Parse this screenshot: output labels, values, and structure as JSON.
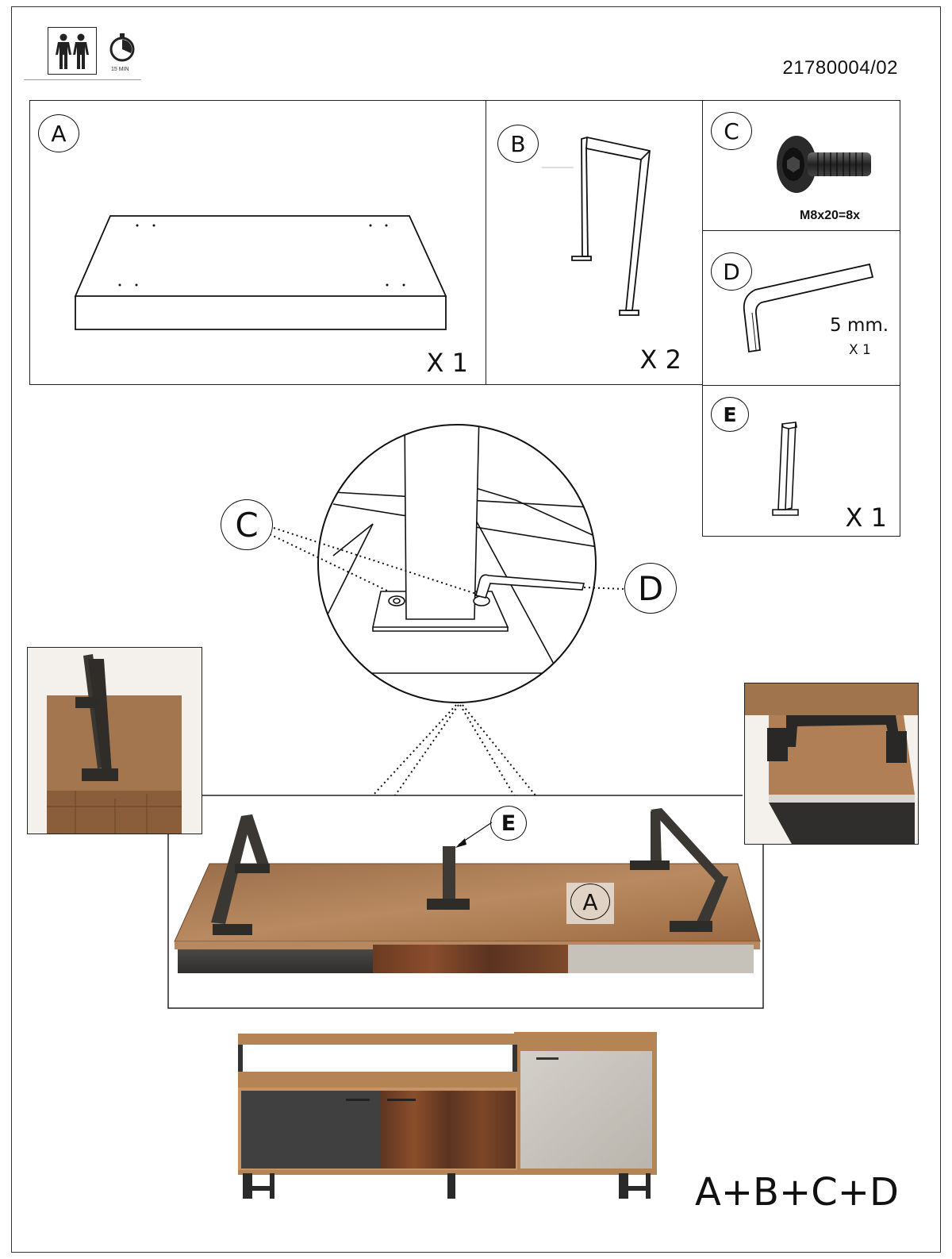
{
  "header": {
    "document_number": "21780004/02",
    "time_label": "15 MIN",
    "people_icon": "two-persons-icon",
    "timer_icon": "stopwatch-icon"
  },
  "parts": {
    "a": {
      "letter": "A",
      "quantity": "X 1"
    },
    "b": {
      "letter": "B",
      "quantity": "X 2"
    },
    "c": {
      "letter": "C",
      "spec": "M8x20=8x"
    },
    "d": {
      "letter": "D",
      "size": "5 mm.",
      "quantity": "X 1"
    },
    "e": {
      "letter": "E",
      "quantity": "X 1"
    }
  },
  "detail": {
    "callout_c": "C",
    "callout_d": "D"
  },
  "assembly": {
    "callout_e": "E",
    "callout_a": "A"
  },
  "result": {
    "formula": "A+B+C+D"
  },
  "colors": {
    "wood": "#a9744a",
    "metal": "#3a3632",
    "door_gray": "#c9c6bf",
    "door_dark": "#3d3d3b"
  }
}
